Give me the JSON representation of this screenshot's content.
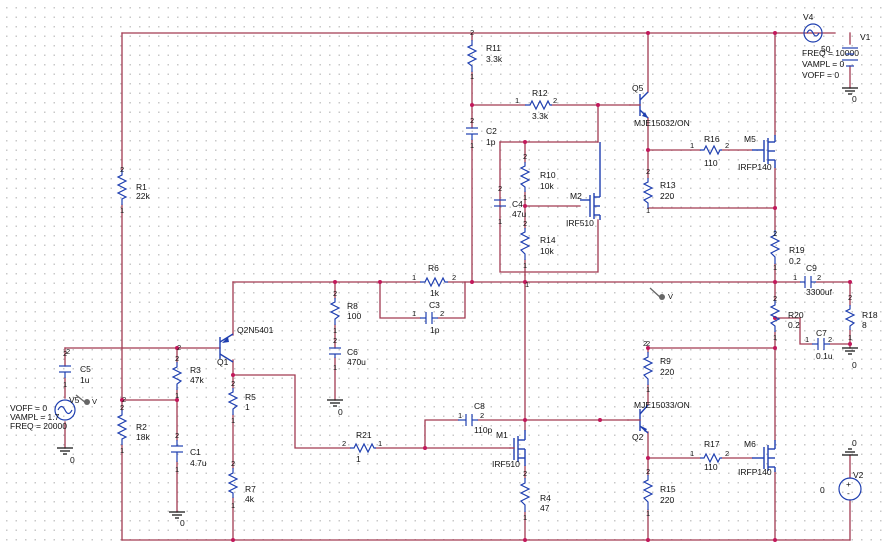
{
  "sources": {
    "v4": {
      "name": "V4",
      "freq": "FREQ = 10000",
      "vampl": "VAMPL = 0",
      "voff": "VOFF = 0"
    },
    "v1": {
      "name": "V1",
      "value": "50"
    },
    "v5": {
      "name": "V5",
      "voff": "VOFF = 0",
      "vampl": "VAMPL = 1.7",
      "freq": "FREQ = 20000"
    },
    "v2": {
      "name": "V2",
      "value": "0"
    }
  },
  "resistors": {
    "r1": {
      "name": "R1",
      "value": "22k"
    },
    "r2": {
      "name": "R2",
      "value": "18k"
    },
    "r3": {
      "name": "R3",
      "value": "47k"
    },
    "r4": {
      "name": "R4",
      "value": "47"
    },
    "r5": {
      "name": "R5",
      "value": "1"
    },
    "r6": {
      "name": "R6",
      "value": "1k"
    },
    "r7": {
      "name": "R7",
      "value": "4k"
    },
    "r8": {
      "name": "R8",
      "value": "100"
    },
    "r9": {
      "name": "R9",
      "value": "220"
    },
    "r10": {
      "name": "R10",
      "value": "10k"
    },
    "r11": {
      "name": "R11",
      "value": "3.3k"
    },
    "r12": {
      "name": "R12",
      "value": "3.3k"
    },
    "r13": {
      "name": "R13",
      "value": "220"
    },
    "r14": {
      "name": "R14",
      "value": "10k"
    },
    "r15": {
      "name": "R15",
      "value": "220"
    },
    "r16": {
      "name": "R16",
      "value": "110"
    },
    "r17": {
      "name": "R17",
      "value": "110"
    },
    "r18": {
      "name": "R18",
      "value": "8"
    },
    "r19": {
      "name": "R19",
      "value": "0.2"
    },
    "r20": {
      "name": "R20",
      "value": "0.2"
    },
    "r21": {
      "name": "R21",
      "value": "1"
    }
  },
  "capacitors": {
    "c1": {
      "name": "C1",
      "value": "4.7u"
    },
    "c2": {
      "name": "C2",
      "value": "1p"
    },
    "c3": {
      "name": "C3",
      "value": "1p"
    },
    "c4": {
      "name": "C4",
      "value": "47u"
    },
    "c5": {
      "name": "C5",
      "value": "1u"
    },
    "c6": {
      "name": "C6",
      "value": "470u"
    },
    "c7": {
      "name": "C7",
      "value": "0.1u"
    },
    "c8": {
      "name": "C8",
      "value": "110p"
    },
    "c9": {
      "name": "C9",
      "value": "3300uf"
    }
  },
  "transistors": {
    "q1": {
      "name": "Q1",
      "model": "Q2N5401"
    },
    "q2": {
      "name": "Q2",
      "model": "MJE15033/ON"
    },
    "q5": {
      "name": "Q5",
      "model": "MJE15032/ON"
    },
    "m1": {
      "name": "M1",
      "model": "IRF510"
    },
    "m2": {
      "name": "M2",
      "model": "IRF510"
    },
    "m5": {
      "name": "M5",
      "model": "IRFP140"
    },
    "m6": {
      "name": "M6",
      "model": "IRFP140"
    }
  },
  "pins": {
    "one": "1",
    "two": "2"
  },
  "grounds": {
    "label": "0"
  },
  "probes": {
    "label": "V"
  }
}
